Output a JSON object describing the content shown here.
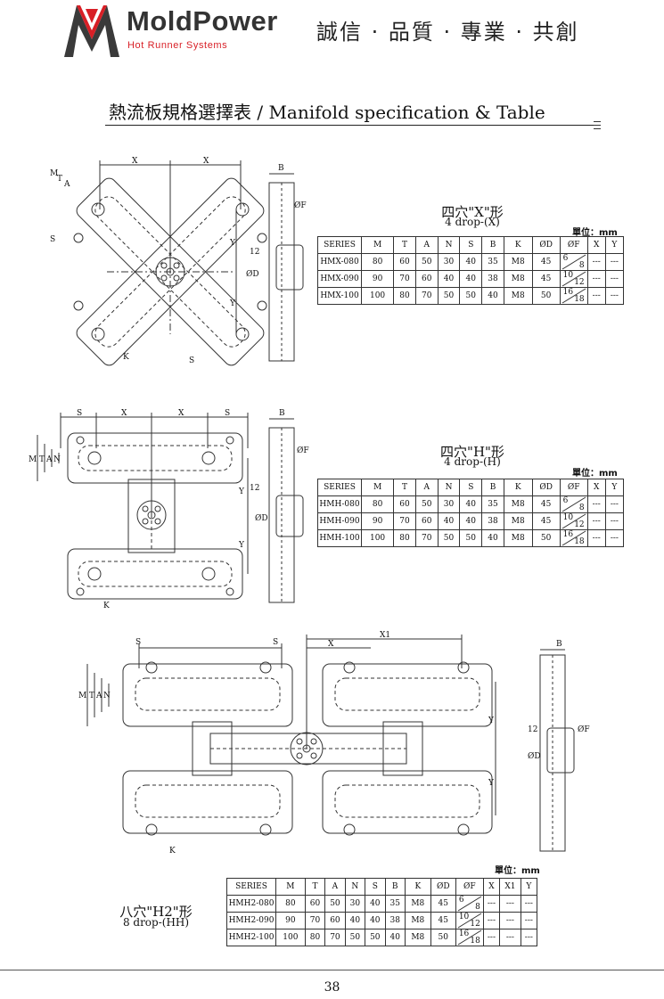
{
  "header": {
    "brand": "MoldPower",
    "brand_sub": "Hot Runner Systems",
    "slogan": "誠信 · 品質 · 專業 · 共創",
    "colors": {
      "brand_red": "#d81f26",
      "brand_gray": "#333333"
    }
  },
  "page_title": "熱流板規格選擇表 / Manifold specification & Table",
  "sections": {
    "x": {
      "title": "四穴\"X\"形",
      "subtitle": "4 drop-(X)",
      "unit": "單位：mm"
    },
    "h": {
      "title": "四穴\"H\"形",
      "subtitle": "4 drop-(H)",
      "unit": "單位：mm"
    },
    "h2": {
      "title": "八穴\"H2\"形",
      "subtitle": "8 drop-(HH)",
      "unit": "單位：mm"
    }
  },
  "dims": {
    "M": "M",
    "T": "T",
    "A": "A",
    "N": "N",
    "S": "S",
    "X": "X",
    "X1": "X1",
    "Y": "Y",
    "B": "B",
    "K": "K",
    "OD": "ØD",
    "OF": "ØF",
    "twelve": "12"
  },
  "tables": {
    "headers": [
      "SERIES",
      "M",
      "T",
      "A",
      "N",
      "S",
      "B",
      "K",
      "ØD",
      "ØF",
      "X",
      "Y"
    ],
    "headers_h2": [
      "SERIES",
      "M",
      "T",
      "A",
      "N",
      "S",
      "B",
      "K",
      "ØD",
      "ØF",
      "X",
      "X1",
      "Y"
    ],
    "x_rows": [
      [
        "HMX-080",
        "80",
        "60",
        "50",
        "30",
        "40",
        "35",
        "M8",
        "45",
        [
          "6",
          "8"
        ],
        "---",
        "---"
      ],
      [
        "HMX-090",
        "90",
        "70",
        "60",
        "40",
        "40",
        "38",
        "M8",
        "45",
        [
          "10",
          "12"
        ],
        "---",
        "---"
      ],
      [
        "HMX-100",
        "100",
        "80",
        "70",
        "50",
        "50",
        "40",
        "M8",
        "50",
        [
          "16",
          "18"
        ],
        "---",
        "---"
      ]
    ],
    "h_rows": [
      [
        "HMH-080",
        "80",
        "60",
        "50",
        "30",
        "40",
        "35",
        "M8",
        "45",
        [
          "6",
          "8"
        ],
        "---",
        "---"
      ],
      [
        "HMH-090",
        "90",
        "70",
        "60",
        "40",
        "40",
        "38",
        "M8",
        "45",
        [
          "10",
          "12"
        ],
        "---",
        "---"
      ],
      [
        "HMH-100",
        "100",
        "80",
        "70",
        "50",
        "50",
        "40",
        "M8",
        "50",
        [
          "16",
          "18"
        ],
        "---",
        "---"
      ]
    ],
    "h2_rows": [
      [
        "HMH2-080",
        "80",
        "60",
        "50",
        "30",
        "40",
        "35",
        "M8",
        "45",
        [
          "6",
          "8"
        ],
        "---",
        "---",
        "---"
      ],
      [
        "HMH2-090",
        "90",
        "70",
        "60",
        "40",
        "40",
        "38",
        "M8",
        "45",
        [
          "10",
          "12"
        ],
        "---",
        "---",
        "---"
      ],
      [
        "HMH2-100",
        "100",
        "80",
        "70",
        "50",
        "50",
        "40",
        "M8",
        "50",
        [
          "16",
          "18"
        ],
        "---",
        "---",
        "---"
      ]
    ]
  },
  "page_number": "38"
}
